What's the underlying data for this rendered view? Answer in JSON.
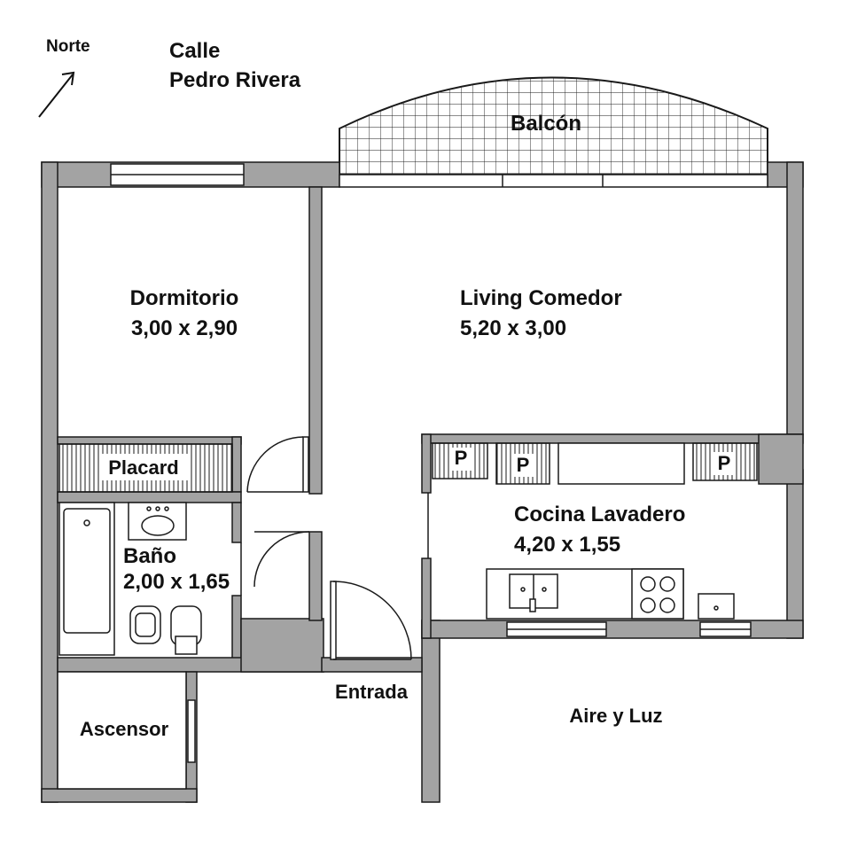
{
  "north_label": "Norte",
  "street": {
    "line1": "Calle",
    "line2": "Pedro Rivera"
  },
  "rooms": {
    "balcony": {
      "name": "Balcón"
    },
    "bedroom": {
      "name": "Dormitorio",
      "size": "3,00 x 2,90"
    },
    "living": {
      "name": "Living Comedor",
      "size": "5,20 x 3,00"
    },
    "closet": {
      "name": "Placard"
    },
    "bath": {
      "name": "Baño",
      "size": "2,00 x 1,65"
    },
    "kitchen": {
      "name": "Cocina Lavadero",
      "size": "4,20 x 1,55"
    },
    "elevator": {
      "name": "Ascensor"
    }
  },
  "entrance": "Entrada",
  "air_light": "Aire y Luz",
  "pantry_label": "P",
  "colors": {
    "wall": "#a3a3a3",
    "line": "#1a1a1a",
    "background": "#ffffff"
  }
}
